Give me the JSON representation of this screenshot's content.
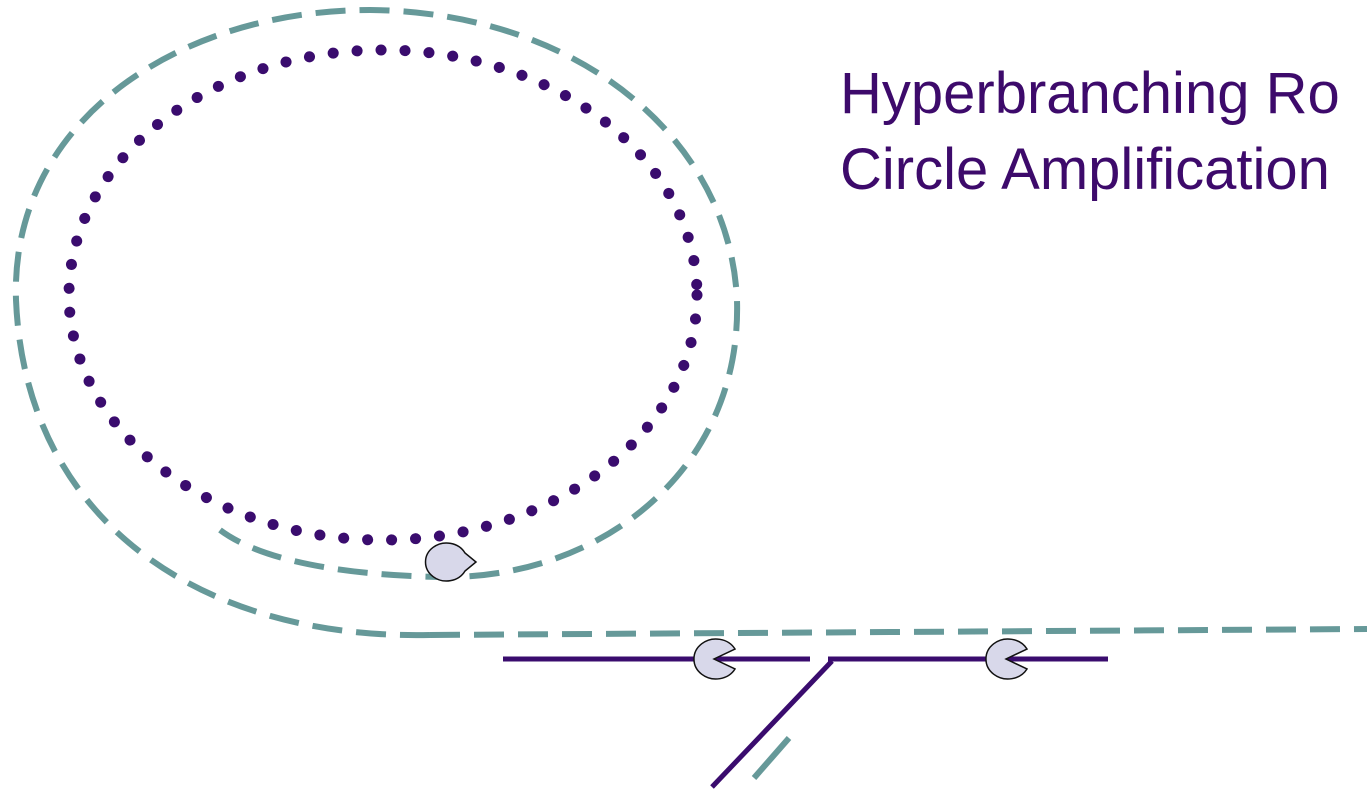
{
  "slide": {
    "title_line_1": "Hyperbranching Ro",
    "title_line_2": "Circle Amplification"
  },
  "colors": {
    "title": "#3d0a6b",
    "strand_dark": "#3a0c6e",
    "strand_teal": "#669999",
    "polymerase_fill": "#d8d8ea",
    "polymerase_stroke": "#111111"
  },
  "diagram": {
    "elements": [
      "circular-template",
      "rolling-circle-product",
      "linear-double-strand",
      "branch-strand",
      "polymerase-on-circle",
      "polymerase-left",
      "polymerase-right"
    ]
  }
}
